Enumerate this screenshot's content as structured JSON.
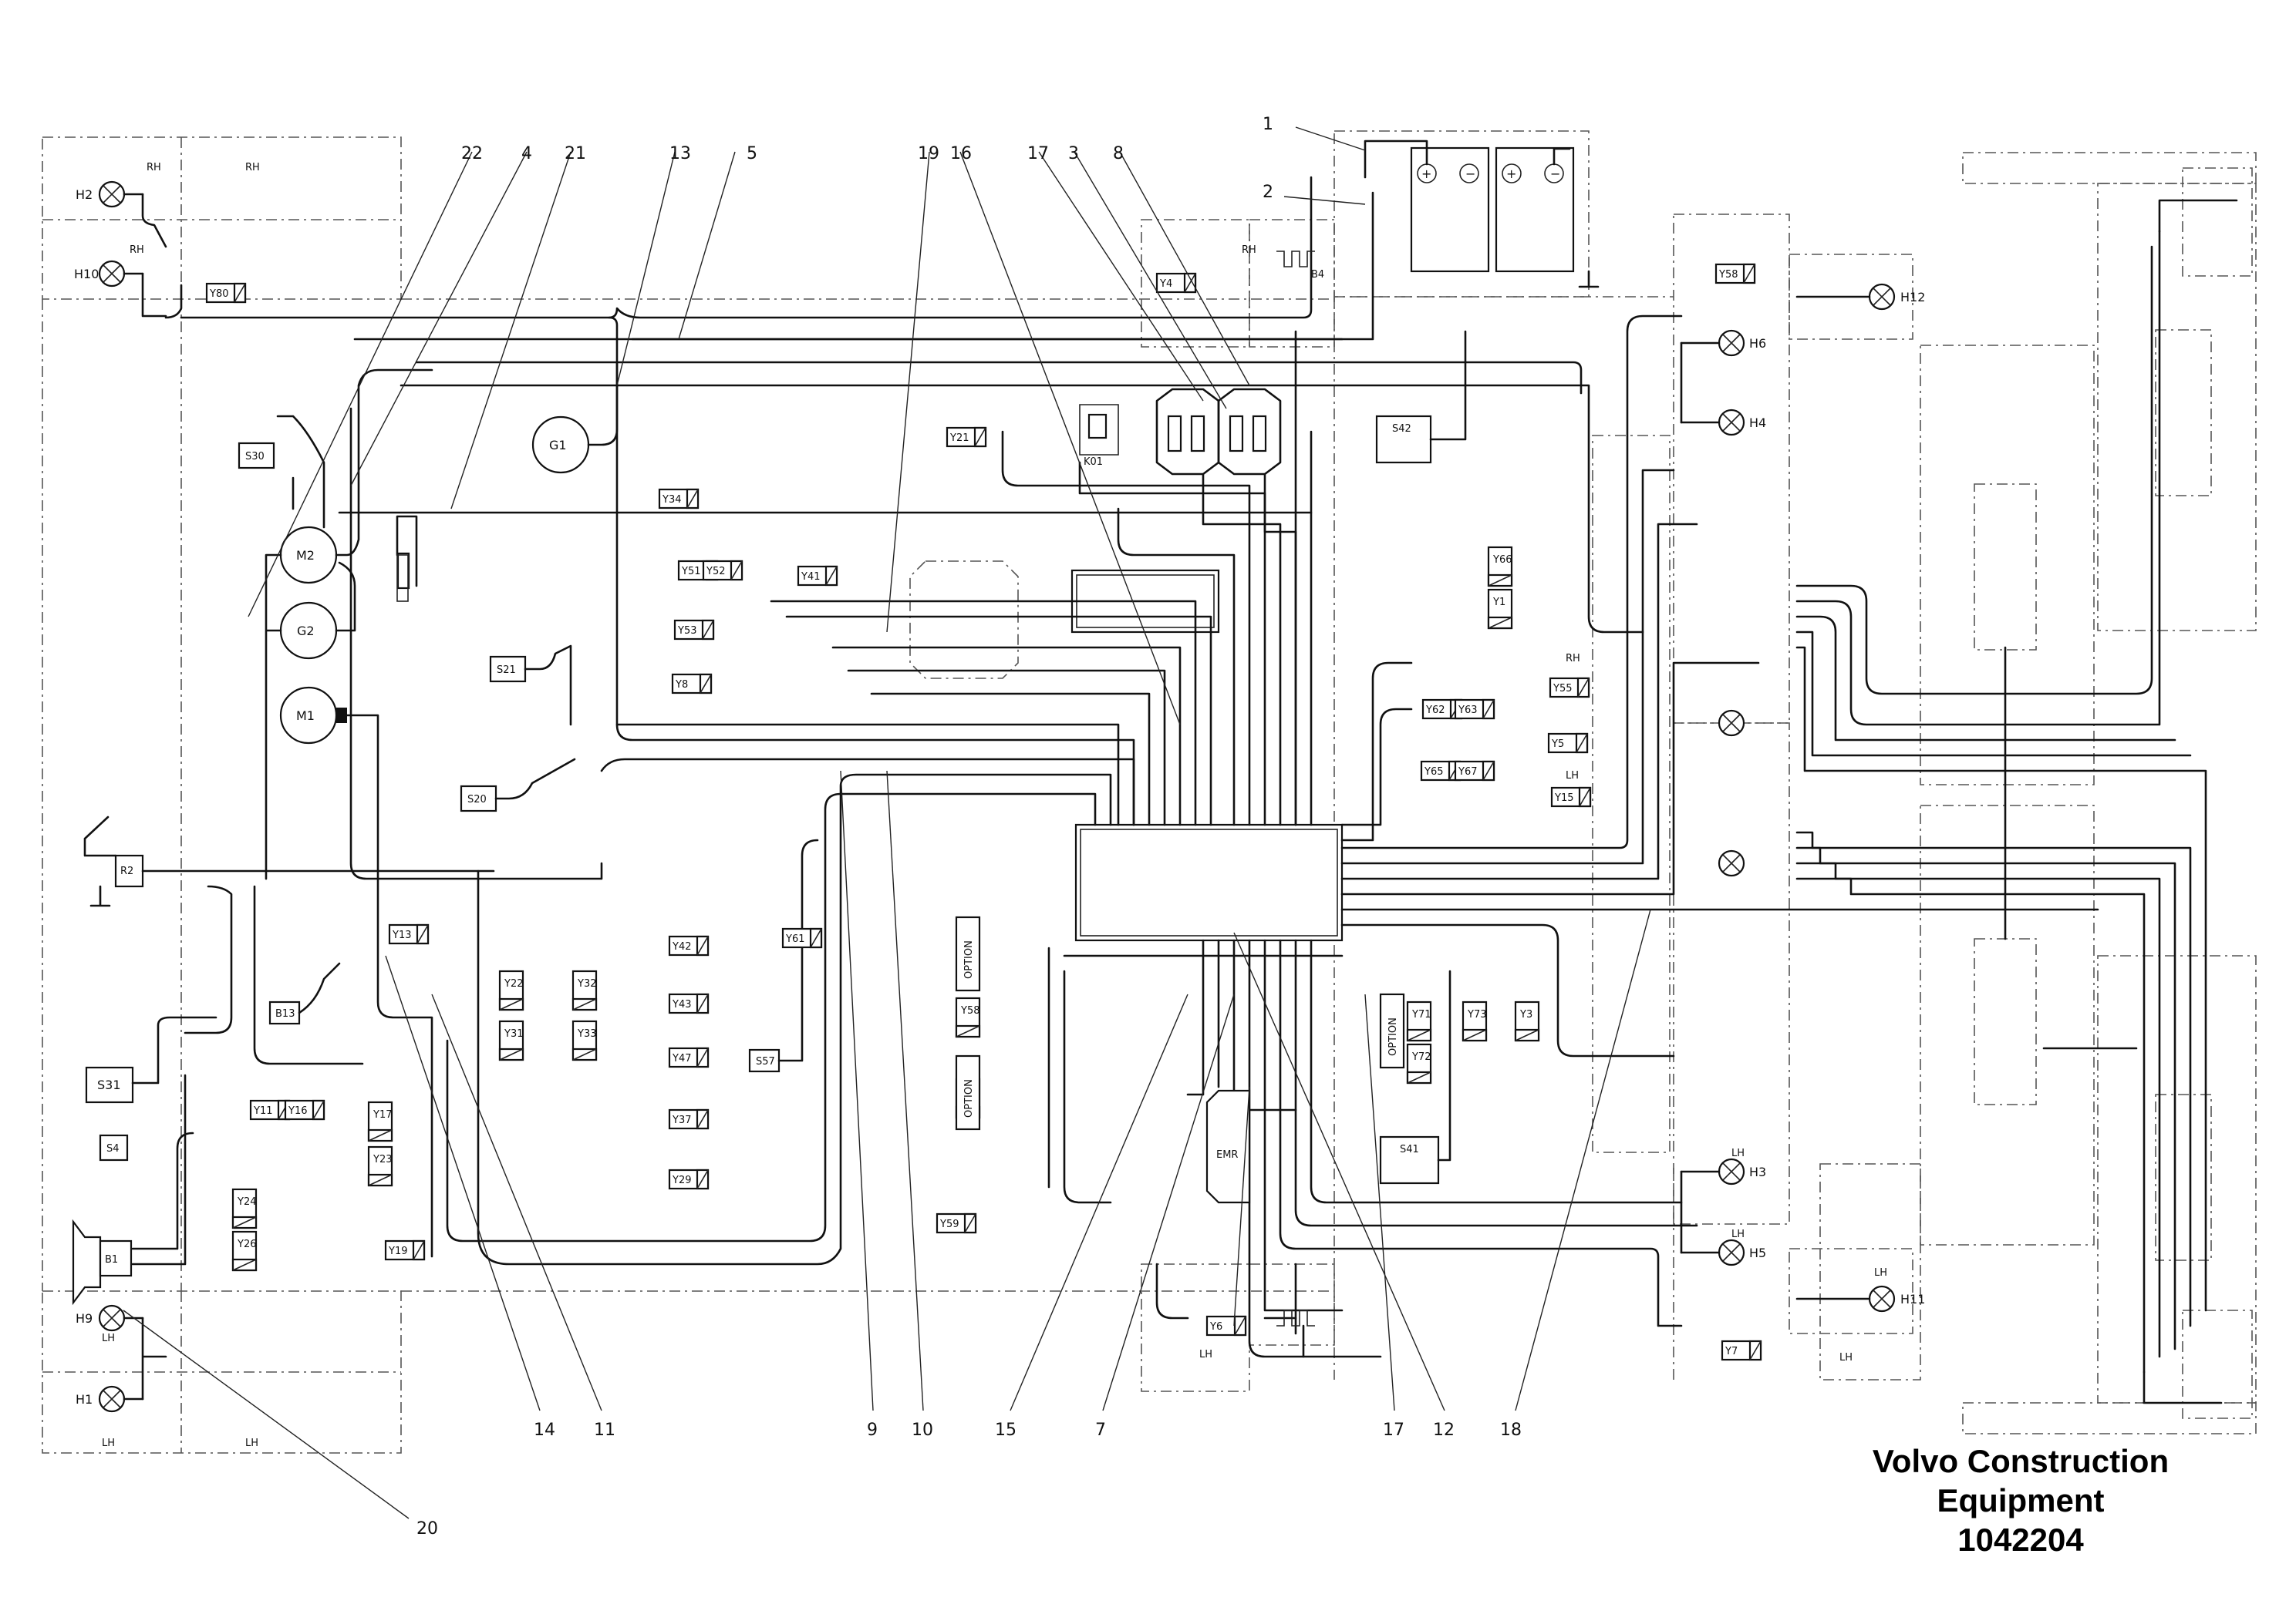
{
  "callouts_top": [
    "22",
    "4",
    "21",
    "13",
    "5",
    "19",
    "16",
    "17",
    "3",
    "8",
    "1",
    "2"
  ],
  "callouts_bottom": [
    "14",
    "11",
    "9",
    "10",
    "15",
    "7",
    "17",
    "12",
    "18",
    "20"
  ],
  "components": {
    "lamps": [
      "H2",
      "H10",
      "H9",
      "H1",
      "H6",
      "H4",
      "H3",
      "H5",
      "H12",
      "H11"
    ],
    "generators_motors": [
      "G1",
      "G2",
      "M2",
      "M1"
    ],
    "switches": [
      "S30",
      "S21",
      "S20",
      "S31",
      "S4",
      "S42",
      "S41",
      "S57"
    ],
    "sensors_misc": [
      "R2",
      "B1",
      "B13",
      "B4",
      "K01",
      "EMR"
    ],
    "valves_left": [
      "Y80",
      "Y34",
      "Y41",
      "Y53",
      "Y51",
      "Y52",
      "Y8",
      "Y13",
      "Y21",
      "Y22",
      "Y31",
      "Y32",
      "Y33",
      "Y42",
      "Y43",
      "Y47",
      "Y37",
      "Y11",
      "Y16",
      "Y17",
      "Y23",
      "Y24",
      "Y26",
      "Y19",
      "Y29"
    ],
    "valves_right": [
      "Y58",
      "Y4",
      "Y61",
      "Y62",
      "Y63",
      "Y66",
      "Y1",
      "Y55",
      "Y5",
      "Y15",
      "Y65",
      "Y67",
      "Y71",
      "Y72",
      "Y73",
      "Y3",
      "Y59",
      "Y6",
      "Y7"
    ],
    "side_labels": [
      "RH",
      "LH"
    ],
    "option_label": "OPTION"
  },
  "caption": {
    "line1": "Volvo Construction",
    "line2": "Equipment",
    "line3": "1042204"
  }
}
